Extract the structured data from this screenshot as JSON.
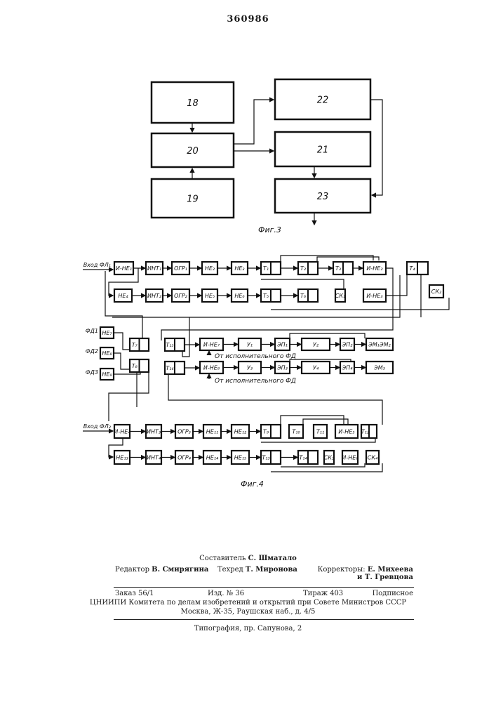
{
  "document_number": "360986",
  "fig3": {
    "caption": "Фиг.3",
    "blocks": [
      "18",
      "20",
      "19",
      "22",
      "21",
      "23"
    ]
  },
  "fig4": {
    "caption": "Фиг.4",
    "inputs": [
      "Вход ФЛ₁",
      "ФД1",
      "ФД2",
      "ФД3",
      "Вход ФЛ₂"
    ],
    "notes": [
      "От исполнительного ФД",
      "От исполнительного ФД"
    ],
    "blocks": [
      "И-НЕ₁",
      "ИНТ₁",
      "ОГР₁",
      "НЕ₂",
      "НЕ₃",
      "Т₁",
      "Т₂",
      "Т₃",
      "И-НЕ₂",
      "Т₄",
      "НЕ₄",
      "ИНТ₂",
      "ОГР₂",
      "НЕ₅",
      "НЕ₆",
      "Т₅",
      "Т₆",
      "СК₁",
      "И-НЕ₃",
      "СК₂",
      "НЕ₇",
      "НЕ₈",
      "НЕ₉",
      "Т₇",
      "Т₈",
      "Т₁₅",
      "Т₁₆",
      "И-НЕ₇",
      "У₁",
      "ЭП₁",
      "У₂",
      "ЭП₂",
      "ЭМ₁ЭМ₂",
      "И-НЕ₈",
      "У₃",
      "ЭП₃",
      "У₄",
      "ЭП₄",
      "ЭМ₃",
      "И-НЕ₄",
      "ИНТ₃",
      "ОГР₃",
      "НЕ₁₁",
      "НЕ₁₂",
      "Т₉",
      "Т₁₀",
      "Т₁₁",
      "И-НЕ₅",
      "Т₁₂",
      "НЕ₁₃",
      "ИНТ₄",
      "ОГР₄",
      "НЕ₁₄",
      "НЕ₁₅",
      "Т₁₃",
      "Т₁₄",
      "СК₃",
      "И-НЕ₆",
      "СК₄"
    ]
  },
  "footer": {
    "compiler_label": "Составитель",
    "compiler": "С. Шматало",
    "editor_label": "Редактор",
    "editor": "В. Смирягина",
    "techred_label": "Техред",
    "techred": "Т. Миронова",
    "correctors_label": "Корректоры:",
    "corrector1": "Е. Михеева",
    "corrector2": "и Т. Гревцова",
    "order": "Заказ 56/1",
    "edition": "Изд. № 36",
    "print_run": "Тираж 403",
    "subscription": "Подписное",
    "org": "ЦНИИПИ Комитета по делам изобретений и открытий при Совете Министров СССР",
    "address": "Москва, Ж-35, Раушская наб., д. 4/5",
    "printing": "Типография, пр. Сапунова, 2"
  }
}
